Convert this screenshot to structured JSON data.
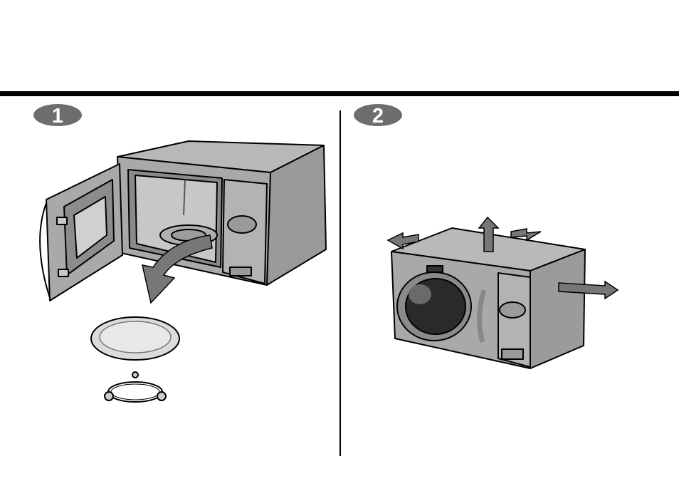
{
  "steps": [
    {
      "number": "1"
    },
    {
      "number": "2"
    }
  ],
  "colors": {
    "rule": "#000000",
    "badge": "#6d6d6d",
    "appliance_body": "#a9a9a9",
    "appliance_dark": "#7e7e7e",
    "arrow": "#777777"
  },
  "icons": [
    "microwave-open-door",
    "turntable-glass-tray",
    "roller-ring",
    "microwave-closed",
    "clearance-arrow"
  ]
}
